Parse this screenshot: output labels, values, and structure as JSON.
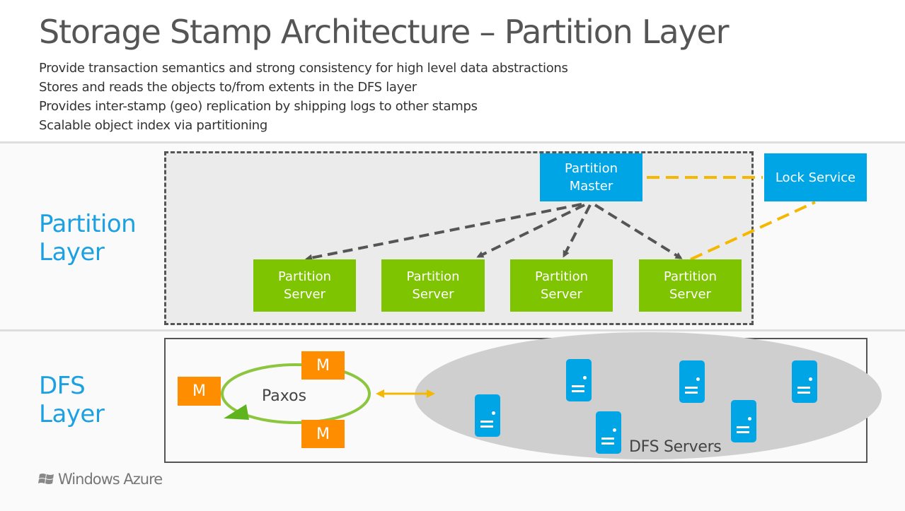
{
  "title": "Storage Stamp Architecture – Partition Layer",
  "bullets": [
    "Provide transaction semantics and strong consistency for high level data abstractions",
    "Stores and reads the objects to/from extents in the DFS layer",
    "Provides inter-stamp (geo) replication by shipping logs to other stamps",
    "Scalable object index via partitioning"
  ],
  "partition_layer": {
    "label": "Partition\nLayer",
    "master": "Partition\nMaster",
    "lock_service": "Lock Service",
    "servers": [
      "Partition\nServer",
      "Partition\nServer",
      "Partition\nServer",
      "Partition\nServer"
    ]
  },
  "dfs_layer": {
    "label": "DFS\nLayer",
    "paxos": "Paxos",
    "masters": [
      "M",
      "M",
      "M"
    ],
    "servers_label": "DFS Servers"
  },
  "logo": {
    "text": "Windows Azure"
  },
  "colors": {
    "accent_blue": "#1ba1e2",
    "server_green": "#7ec400",
    "master_blue": "#00a5e6",
    "m_orange": "#ff8d00",
    "lock_line": "#f5b800",
    "paxos_ring": "#8cc63f"
  }
}
